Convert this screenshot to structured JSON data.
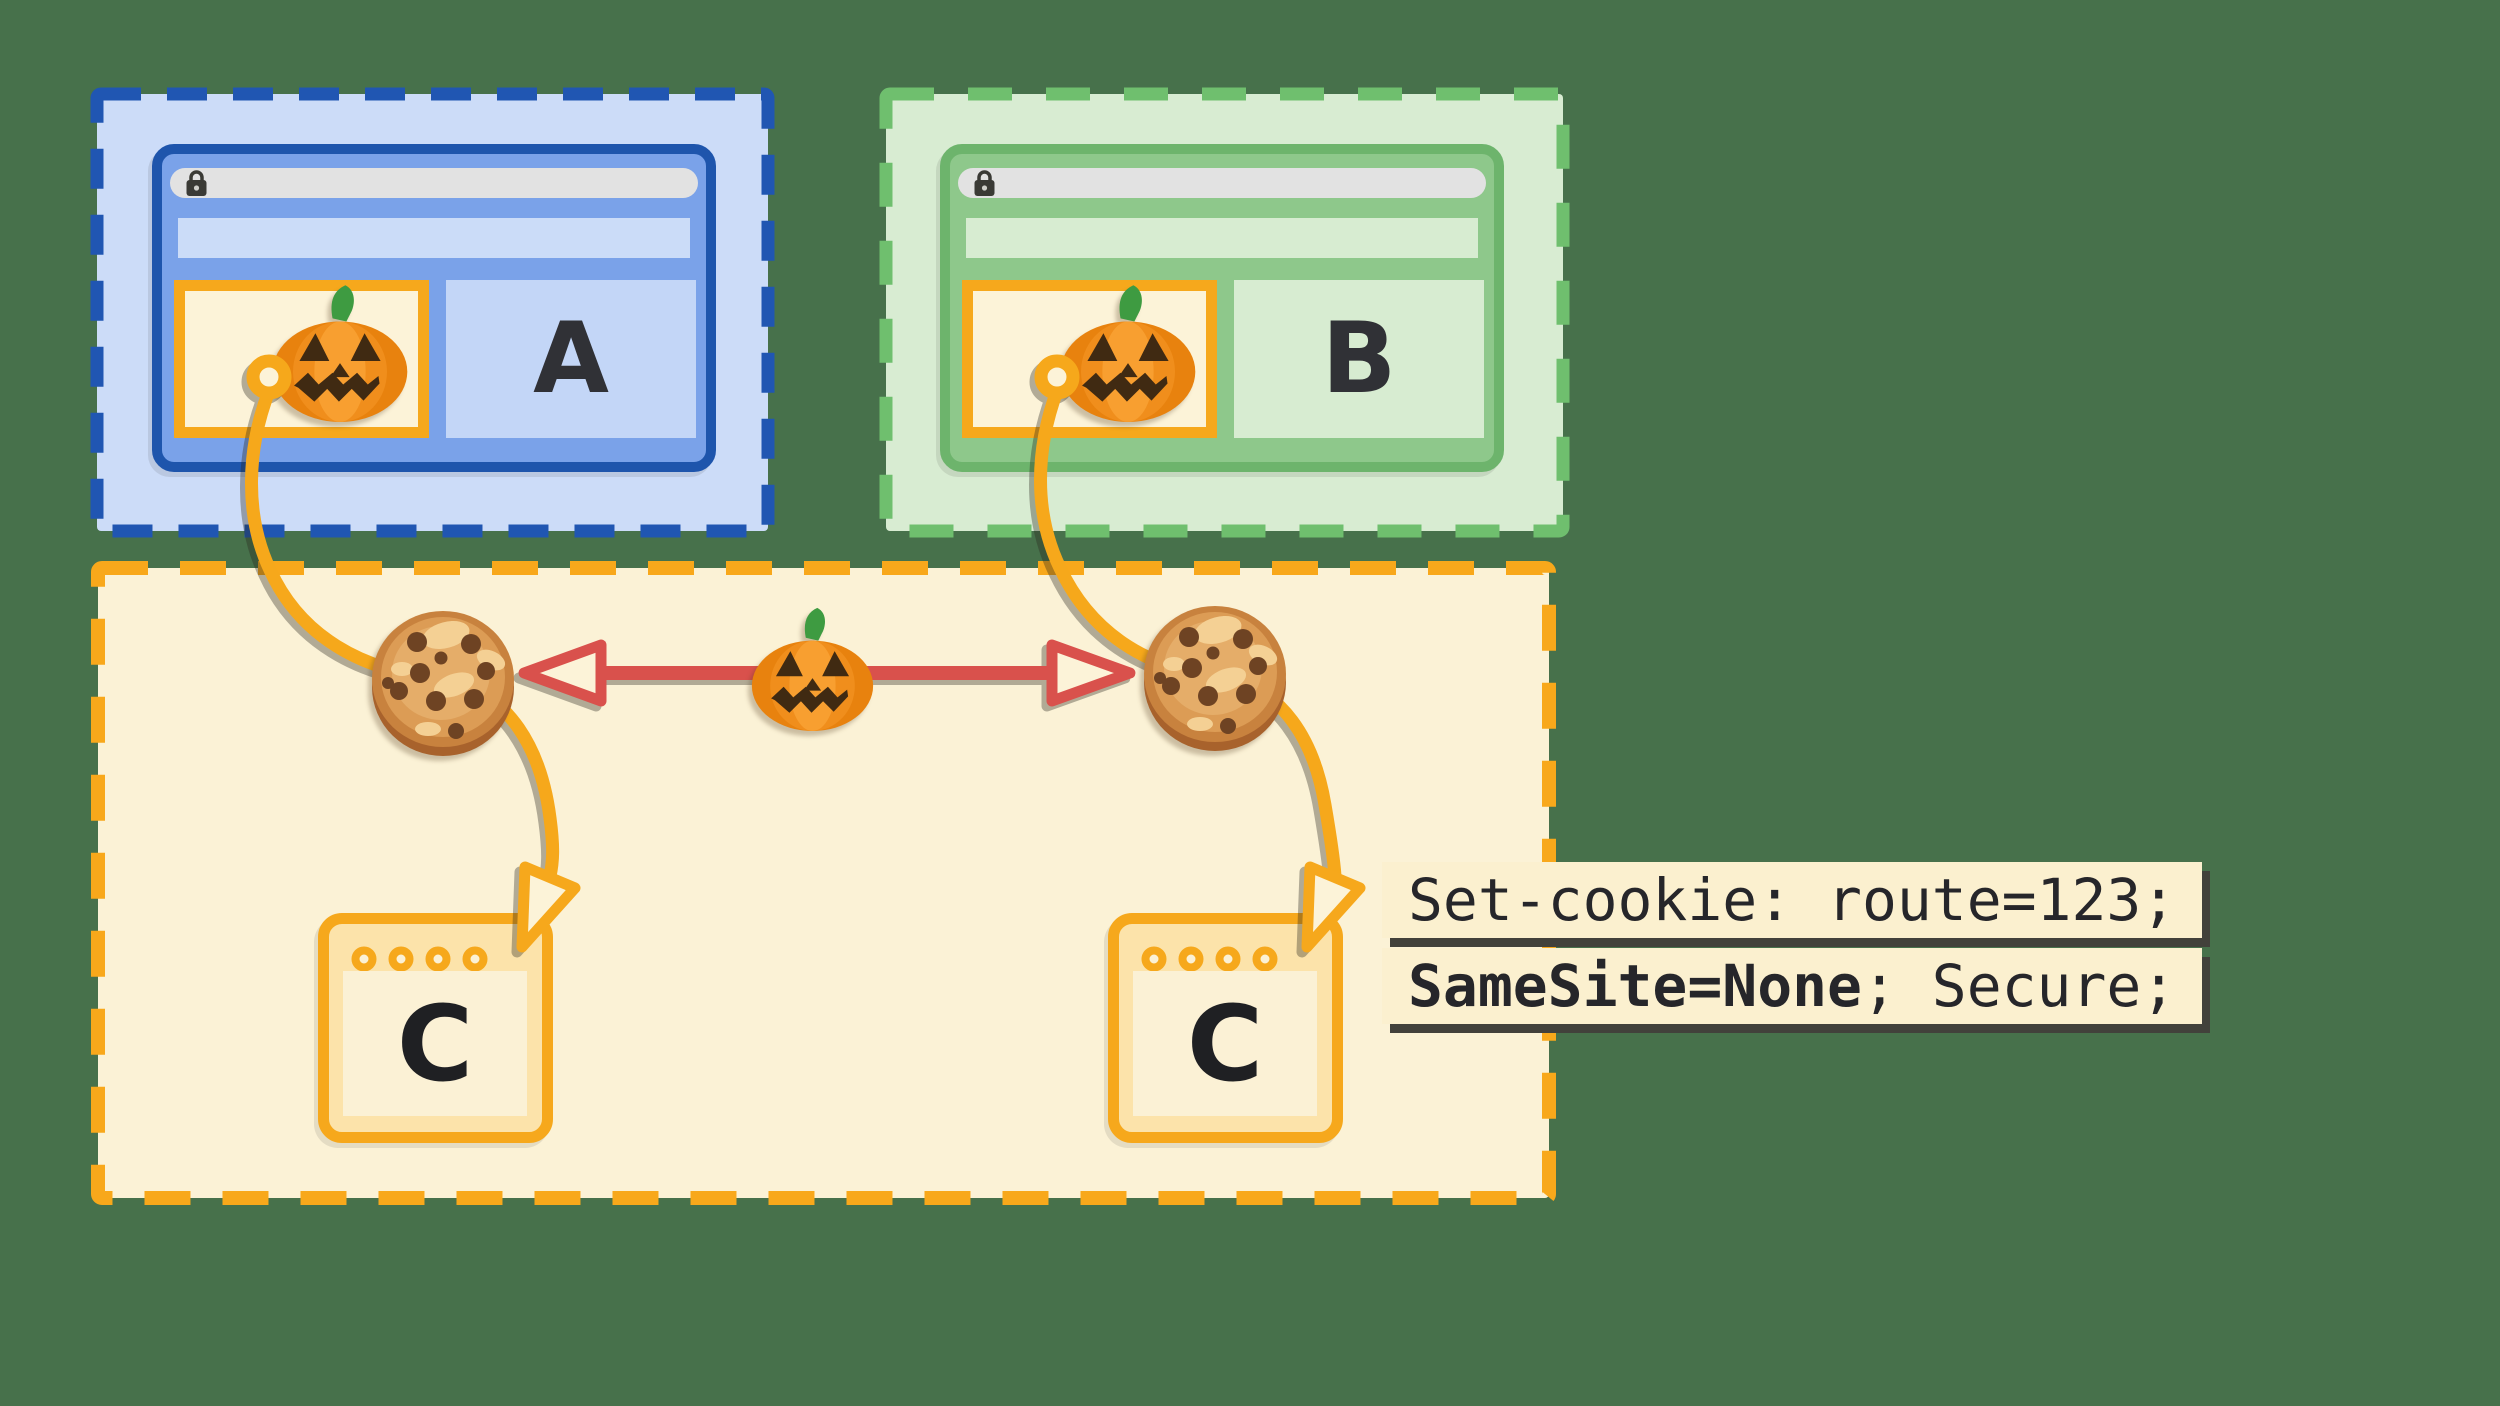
{
  "sites": {
    "site_a": {
      "label": "A"
    },
    "site_b": {
      "label": "B"
    },
    "site_c_windows": [
      {
        "label": "C"
      },
      {
        "label": "C"
      }
    ]
  },
  "cookie_header": {
    "line1": "Set-cookie: route=123;",
    "line2_bold": "SameSite=None",
    "line2_rest": "; Secure;"
  },
  "colors": {
    "page_background": "#47714B",
    "site_a_dash": "#2056B2",
    "site_a_fill": "#CCDCF8",
    "site_a_window_frame": "#7AA2E9",
    "site_a_window_border": "#1E55AC",
    "site_b_dash": "#6FBF6E",
    "site_b_fill": "#D8ECD2",
    "site_b_window_frame": "#8EC88B",
    "third_party_dash": "#F8A81B",
    "third_party_fill": "#FBF2D6",
    "iframe_border": "#F6A81C",
    "cookie_curve": "#F6A81B",
    "red_arrow": "#D9514C",
    "url_bar": "#E2E2E2",
    "code_box_bg": "#FBF0CF",
    "code_text": "#26262A"
  },
  "icons": {
    "lock": "lock-icon",
    "pumpkin": "pumpkin-icon",
    "cookie": "cookie-icon",
    "ring": "ring-origin-icon",
    "arrowhead": "arrowhead-icon"
  }
}
